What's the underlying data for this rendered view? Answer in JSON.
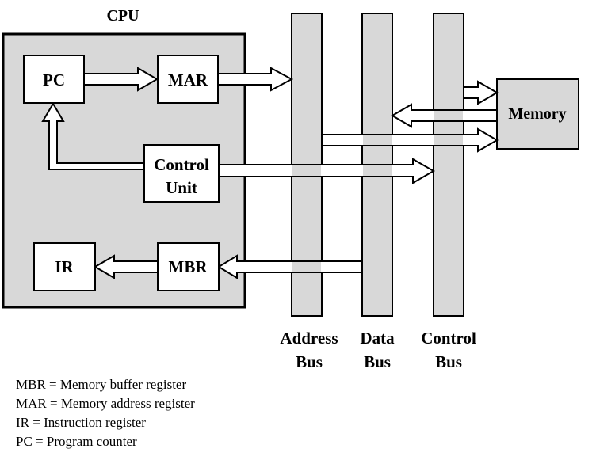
{
  "diagram": {
    "cpu_label": "CPU",
    "registers": {
      "pc": "PC",
      "mar": "MAR",
      "control_unit_line1": "Control",
      "control_unit_line2": "Unit",
      "ir": "IR",
      "mbr": "MBR"
    },
    "memory_label": "Memory",
    "buses": {
      "address_line1": "Address",
      "address_line2": "Bus",
      "data_line1": "Data",
      "data_line2": "Bus",
      "control_line1": "Control",
      "control_line2": "Bus"
    },
    "colors": {
      "fill": "#d8d8d8",
      "box": "#ffffff",
      "line": "#000000"
    }
  },
  "legend": {
    "items": [
      "MBR = Memory buffer register",
      "MAR = Memory address register",
      "IR = Instruction register",
      "PC = Program counter"
    ]
  }
}
